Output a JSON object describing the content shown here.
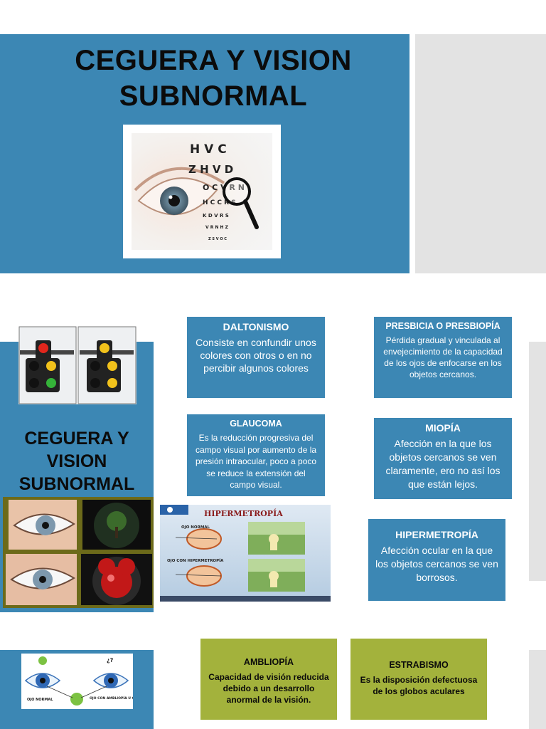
{
  "slide1": {
    "title": "CEGUERA Y VISION SUBNORMAL",
    "eye_chart_rows": [
      "H V C",
      "Z H V D",
      "O C V R N",
      "H C C R S",
      "K D V R S",
      "V R N H Z",
      "Z S V O C"
    ]
  },
  "slide2": {
    "title": "CEGUERA Y VISION SUBNORMAL",
    "cards": {
      "daltonismo": {
        "heading": "DALTONISMO",
        "body": "Consiste en confundir unos colores con otros o en no percibir algunos colores"
      },
      "presbicia": {
        "heading": "PRESBICIA O PRESBIOPÍA",
        "body": "Pérdida gradual y vinculada al envejecimiento de la capacidad de los ojos de enfocarse en los objetos cercanos."
      },
      "glaucoma": {
        "heading": "GLAUCOMA",
        "body": "Es la reducción progresiva del campo visual por aumento de la presión intraocular, poco a poco se reduce la extensión del campo visual."
      },
      "miopia": {
        "heading": "MIOPÍA",
        "body": "Afección en la que los objetos cercanos se ven claramente, ero no así los que están lejos."
      },
      "hipermetropia": {
        "heading": "HIPERMETROPÍA",
        "body": "Afección ocular en la que los objetos cercanos se ven borrosos."
      }
    },
    "hiper_image": {
      "title": "HIPERMETROPÍA",
      "label_normal": "OJO NORMAL",
      "label_hiper": "OJO CON HIPERMETROPÍA"
    }
  },
  "slide3": {
    "amb_image": {
      "label_normal": "OJO NORMAL",
      "label_ambl": "OJO CON AMBLIOPÍA U OJO VAGO",
      "question": "¿?"
    },
    "cards": {
      "ambliopia": {
        "heading": "AMBLIOPÍA",
        "body": "Capacidad de visión reducida debido a un desarrollo anormal de la visión."
      },
      "estrabismo": {
        "heading": "ESTRABISMO",
        "body": "Es la disposición defectuosa de los globos aculares"
      }
    }
  }
}
